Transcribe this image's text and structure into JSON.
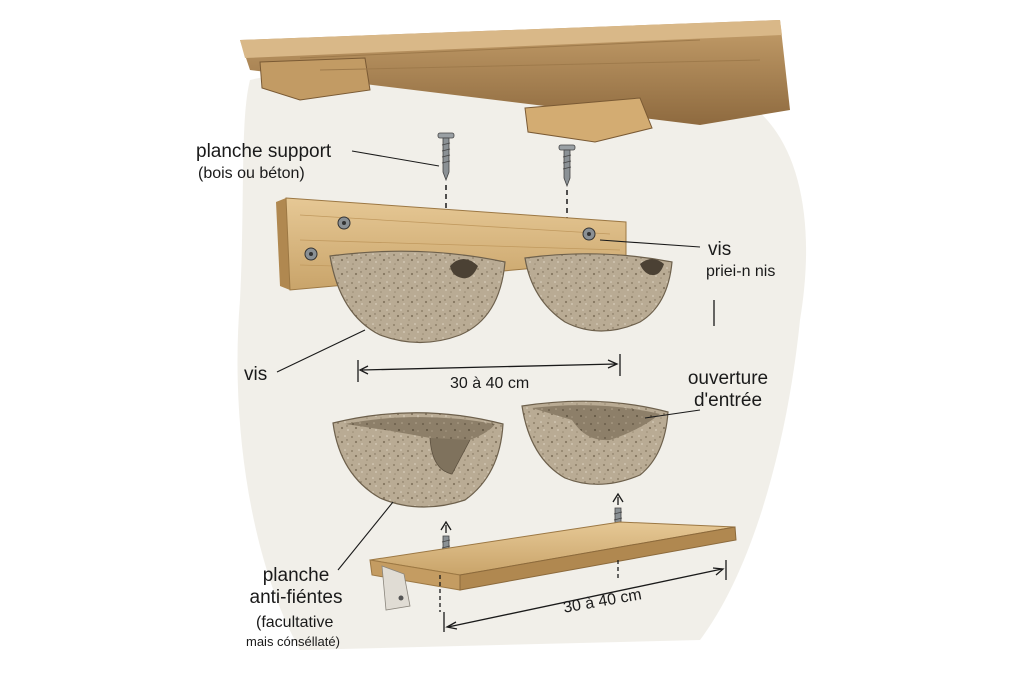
{
  "labels": {
    "support_board": "planche support",
    "support_board_note": "(bois ou béton)",
    "screws_right": "vis",
    "screws_right_sub": "priei-n nis",
    "screws_left": "vis",
    "entrance": "ouverture",
    "entrance_2": "d'entrée",
    "dropping_board": "planche",
    "dropping_board_2": "anti-fiéntes",
    "dropping_board_note": "(facultative",
    "dropping_board_note_2": "mais cónséllaté)",
    "dimension_top": "30 à 40 cm",
    "dimension_bottom": "30 à 40 cm"
  },
  "colors": {
    "wood": "#d9b77e",
    "wood_dark": "#b08850",
    "nest": "#b8aa93",
    "nest_dark": "#8d7f68",
    "nest_inner": "#6f624f",
    "wall": "#efece6",
    "line": "#1a1a1a"
  }
}
